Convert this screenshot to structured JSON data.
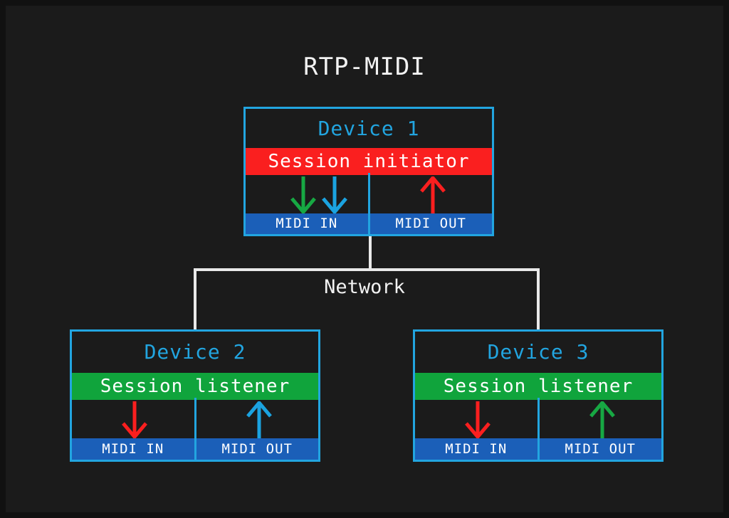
{
  "title": "RTP-MIDI",
  "network": {
    "label": "Network"
  },
  "colors": {
    "background": "#1b1b1b",
    "device_border": "#22a5e0",
    "device_title": "#22a5e0",
    "initiator_band": "#fa1f1f",
    "listener_band": "#10a43c",
    "port_band": "#1b5fb8",
    "bus_line": "#e9e9e9",
    "arrow_red": "#fa1f1f",
    "arrow_green": "#17a843",
    "arrow_blue": "#1ba3e0"
  },
  "devices": [
    {
      "name": "Device 1",
      "role": "Session initiator",
      "role_type": "initiator",
      "ports": [
        {
          "label": "MIDI IN",
          "arrows": [
            {
              "direction": "down",
              "color": "#17a843",
              "name": "arrow-down-green"
            },
            {
              "direction": "down",
              "color": "#1ba3e0",
              "name": "arrow-down-blue"
            }
          ]
        },
        {
          "label": "MIDI OUT",
          "arrows": [
            {
              "direction": "up",
              "color": "#fa1f1f",
              "name": "arrow-up-red"
            }
          ]
        }
      ]
    },
    {
      "name": "Device 2",
      "role": "Session listener",
      "role_type": "listener",
      "ports": [
        {
          "label": "MIDI IN",
          "arrows": [
            {
              "direction": "down",
              "color": "#fa1f1f",
              "name": "arrow-down-red"
            }
          ]
        },
        {
          "label": "MIDI OUT",
          "arrows": [
            {
              "direction": "up",
              "color": "#1ba3e0",
              "name": "arrow-up-blue"
            }
          ]
        }
      ]
    },
    {
      "name": "Device 3",
      "role": "Session listener",
      "role_type": "listener",
      "ports": [
        {
          "label": "MIDI IN",
          "arrows": [
            {
              "direction": "down",
              "color": "#fa1f1f",
              "name": "arrow-down-red"
            }
          ]
        },
        {
          "label": "MIDI OUT",
          "arrows": [
            {
              "direction": "up",
              "color": "#17a843",
              "name": "arrow-up-green"
            }
          ]
        }
      ]
    }
  ]
}
